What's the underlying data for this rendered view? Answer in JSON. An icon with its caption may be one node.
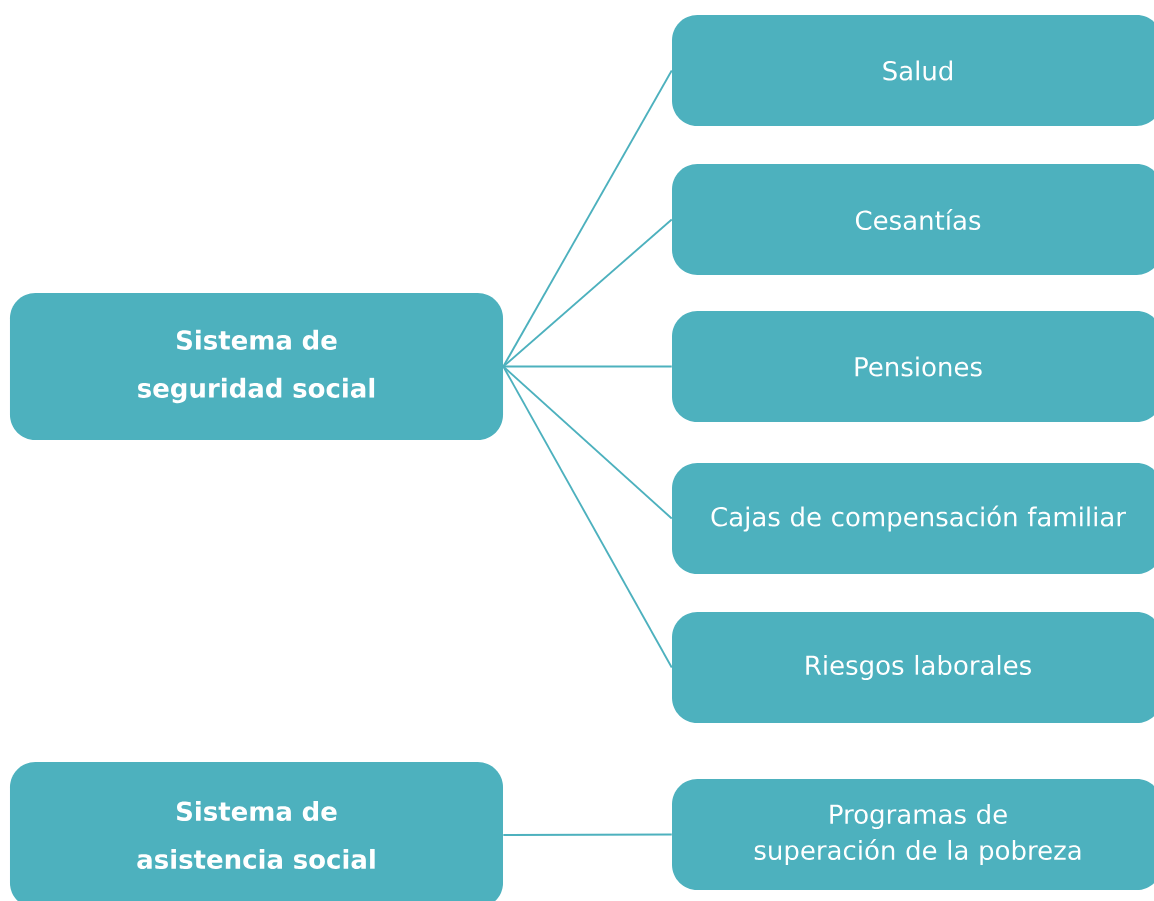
{
  "diagram": {
    "nodes": [
      {
        "text": [
          "Sistema de seguridad social"
        ]
      },
      {
        "text": [
          "Salud"
        ]
      },
      {
        "text": [
          "Cesantías"
        ]
      },
      {
        "text": [
          "Pensiones"
        ]
      },
      {
        "text": [
          "Cajas de compensación familiar"
        ]
      },
      {
        "text": [
          "Riesgos laborales"
        ]
      },
      {
        "text": [
          "Sistema de asistencia social"
        ]
      },
      {
        "text": [
          "Programas de superación de la pobreza"
        ]
      }
    ],
    "edges": [
      {
        "from": 0,
        "to": 1,
        "arrow": "none"
      },
      {
        "from": 0,
        "to": 2,
        "arrow": "none"
      },
      {
        "from": 0,
        "to": 3,
        "arrow": "none"
      },
      {
        "from": 0,
        "to": 4,
        "arrow": "none"
      },
      {
        "from": 0,
        "to": 5,
        "arrow": "none"
      },
      {
        "from": 6,
        "to": 7,
        "arrow": "none"
      }
    ]
  }
}
